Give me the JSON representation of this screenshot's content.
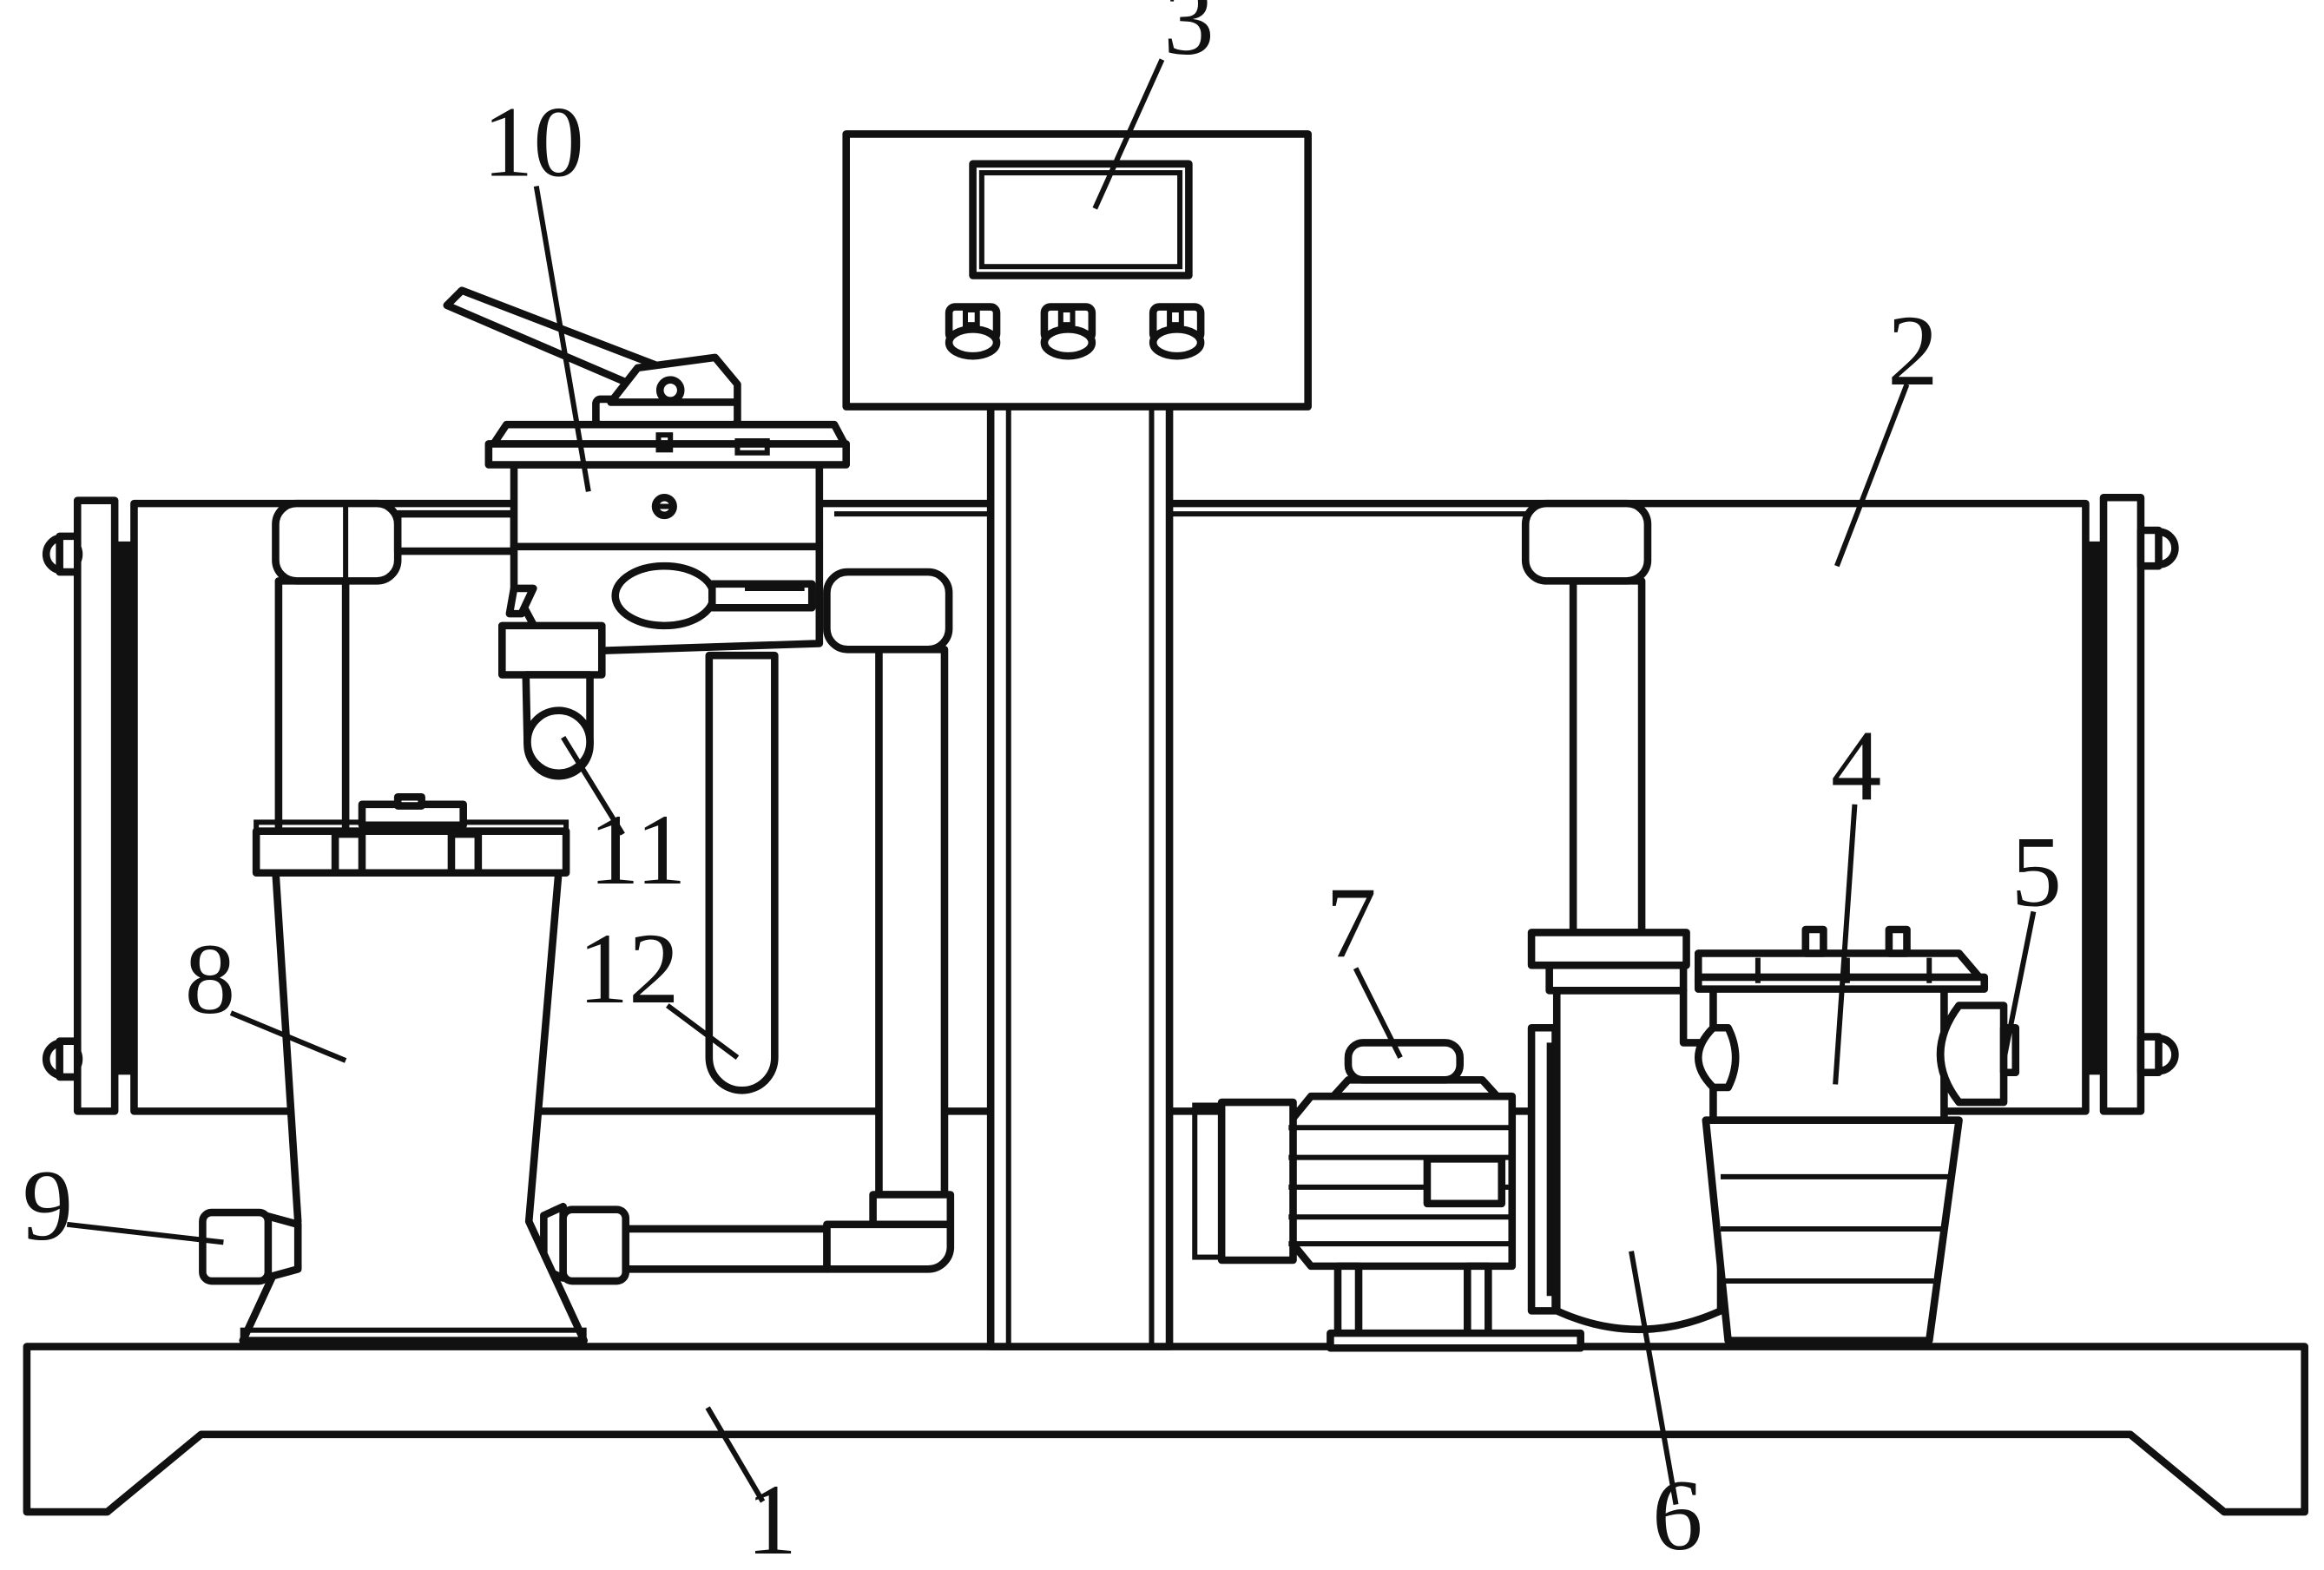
{
  "figure": {
    "labels": [
      {
        "id": "base",
        "text": "1"
      },
      {
        "id": "tank",
        "text": "2"
      },
      {
        "id": "control-box",
        "text": "3"
      },
      {
        "id": "strainer",
        "text": "4"
      },
      {
        "id": "strainer-inlet",
        "text": "5"
      },
      {
        "id": "pump",
        "text": "6"
      },
      {
        "id": "motor",
        "text": "7"
      },
      {
        "id": "filter",
        "text": "8"
      },
      {
        "id": "filter-outlet",
        "text": "9"
      },
      {
        "id": "multiport-valve",
        "text": "10"
      },
      {
        "id": "valve-port",
        "text": "11"
      },
      {
        "id": "drain-pipe",
        "text": "12"
      }
    ]
  },
  "colors": {
    "line": "#111111",
    "background": "#ffffff"
  }
}
